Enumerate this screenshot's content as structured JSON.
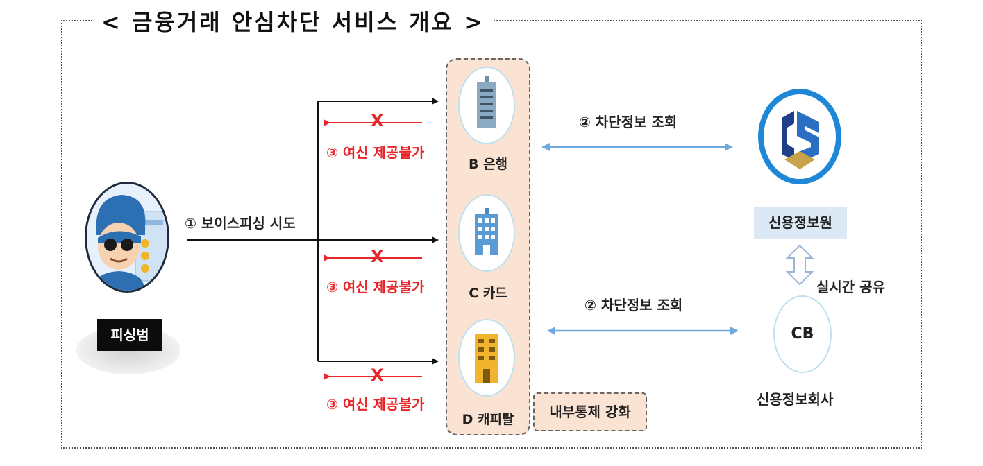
{
  "title": "< 금융거래 안심차단 서비스 개요 >",
  "phisher": {
    "label": "피싱범"
  },
  "attempt_label": "① 보이스피싱 시도",
  "denied_label": "③ 여신 제공불가",
  "x_mark": "X",
  "institutions": [
    {
      "name": "B 은행",
      "icon": "bank-building-icon"
    },
    {
      "name": "C 카드",
      "icon": "card-company-building-icon"
    },
    {
      "name": "D 캐피탈",
      "icon": "capital-building-icon"
    }
  ],
  "internal_control": "내부통제 강화",
  "query_label": "② 차단정보 조회",
  "kcis": {
    "name": "신용정보원",
    "logo": "kcis-logo-icon"
  },
  "share_label": "실시간 공유",
  "cb": {
    "text": "CB",
    "name": "신용정보회사"
  },
  "colors": {
    "red": "#e8262a",
    "panel": "#fbe3d3",
    "blue_arrow": "#6fa8dc",
    "kcis_box": "#dce9f5"
  }
}
